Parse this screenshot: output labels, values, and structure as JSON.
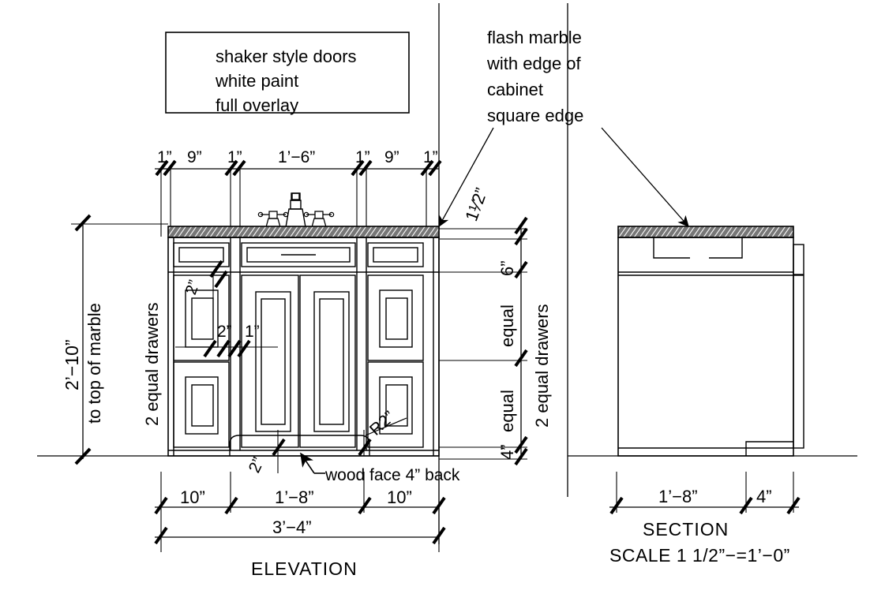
{
  "drawing": {
    "type": "cad-millwork-drawing",
    "background": "#ffffff",
    "line_color": "#000000",
    "hatch_color": "#555555"
  },
  "notes": {
    "spec_box": {
      "line1": "shaker style doors",
      "line2": "white paint",
      "line3": "full overlay"
    },
    "marble_callout": {
      "line1": "flash marble",
      "line2": "with edge of",
      "line3": "cabinet",
      "line4": "square edge"
    },
    "toe_note": "wood face 4” back",
    "radius_note": "R2”",
    "toe_radius": "2”"
  },
  "elevation": {
    "title": "ELEVATION",
    "top_dims": [
      "1”",
      "9”",
      "1”",
      "1’−6”",
      "1”",
      "9”",
      "1”"
    ],
    "bottom_dims": [
      "10”",
      "1’−8”",
      "10”"
    ],
    "overall_width": "3’−4”",
    "left_height": "2’−10”",
    "left_height_note": "to top of marble",
    "left_stack_note": "2 equal drawers",
    "right_stack_note": "2 equal drawers",
    "right_dims": [
      "1¹⁄2”",
      "6”",
      "equal",
      "equal",
      "4”"
    ],
    "right_dim_1": "1",
    "right_dim_1_frac": "1/2",
    "right_dim_1_unit": "”",
    "inner_dims": {
      "drawer_gap": "2”",
      "stile_left": "2”",
      "stile_right": "1”"
    }
  },
  "section": {
    "title": "SECTION",
    "scale": "SCALE 1 1/2”−=1’−0”",
    "dims": [
      "1’−8”",
      "4”"
    ]
  }
}
